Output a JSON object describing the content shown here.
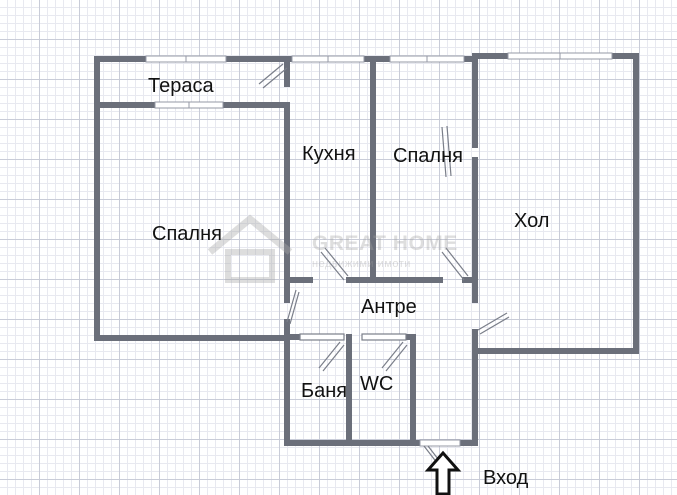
{
  "rooms": {
    "terrace": "Тераса",
    "bedroom_large": "Спалня",
    "kitchen": "Кухня",
    "bedroom_small": "Спалня",
    "living_room": "Хол",
    "hallway": "Антре",
    "bathroom": "Баня",
    "toilet": "WC",
    "entrance": "Вход"
  },
  "watermark": {
    "name": "GREAT HOME",
    "subtitle": "недвижими имоти"
  },
  "colors": {
    "wall": "#6b6f7a",
    "window": "#b5b9c4",
    "grid_major": "#c9ccd8",
    "grid_minor": "#e8e9f0",
    "text": "#111111"
  }
}
